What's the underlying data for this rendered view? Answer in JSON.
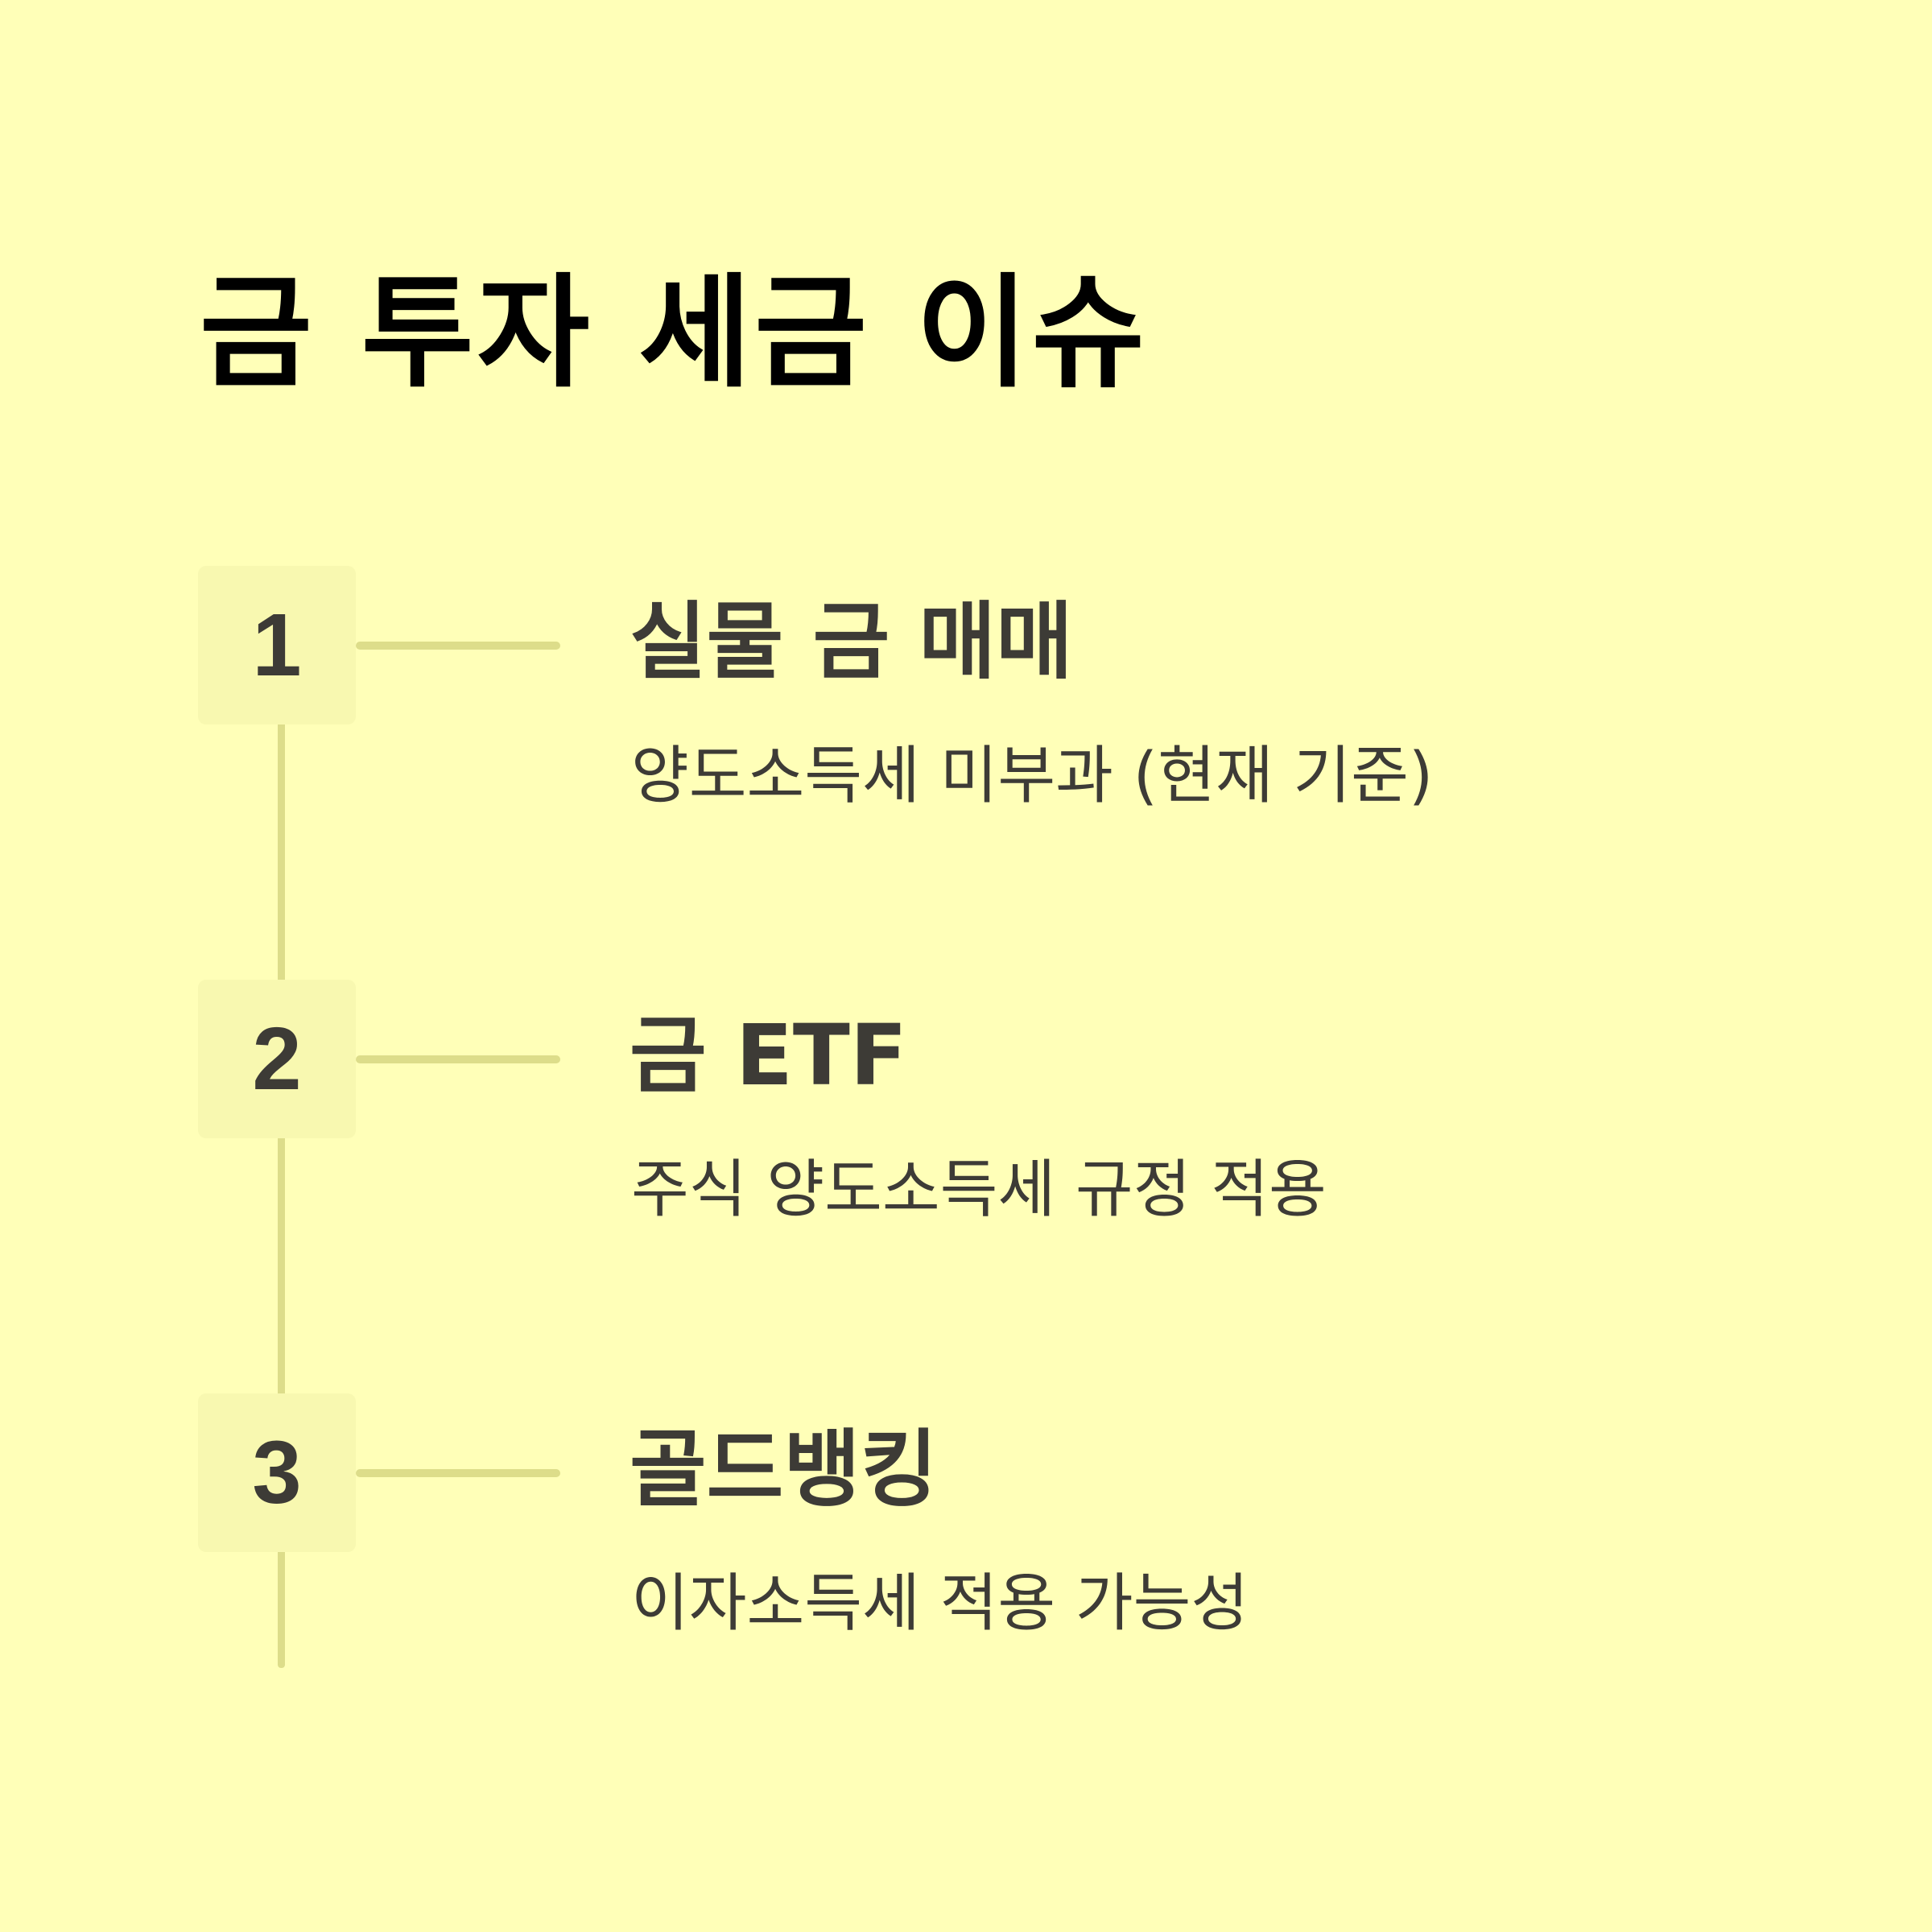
{
  "colors": {
    "background": "#ffffb8",
    "title_text": "#000000",
    "body_text": "#3d3b36",
    "timeline": "#dddd8a",
    "number_box": "#f8f8b0"
  },
  "title": "금 투자 세금 이슈",
  "steps": [
    {
      "number": "1",
      "title": "실물 금 매매",
      "description": "양도소득세 미부과 (현재 기준)"
    },
    {
      "number": "2",
      "title": "금 ETF",
      "description": "주식 양도소득세 규정 적용"
    },
    {
      "number": "3",
      "title": "골드뱅킹",
      "description": "이자소득세 적용 가능성"
    }
  ]
}
